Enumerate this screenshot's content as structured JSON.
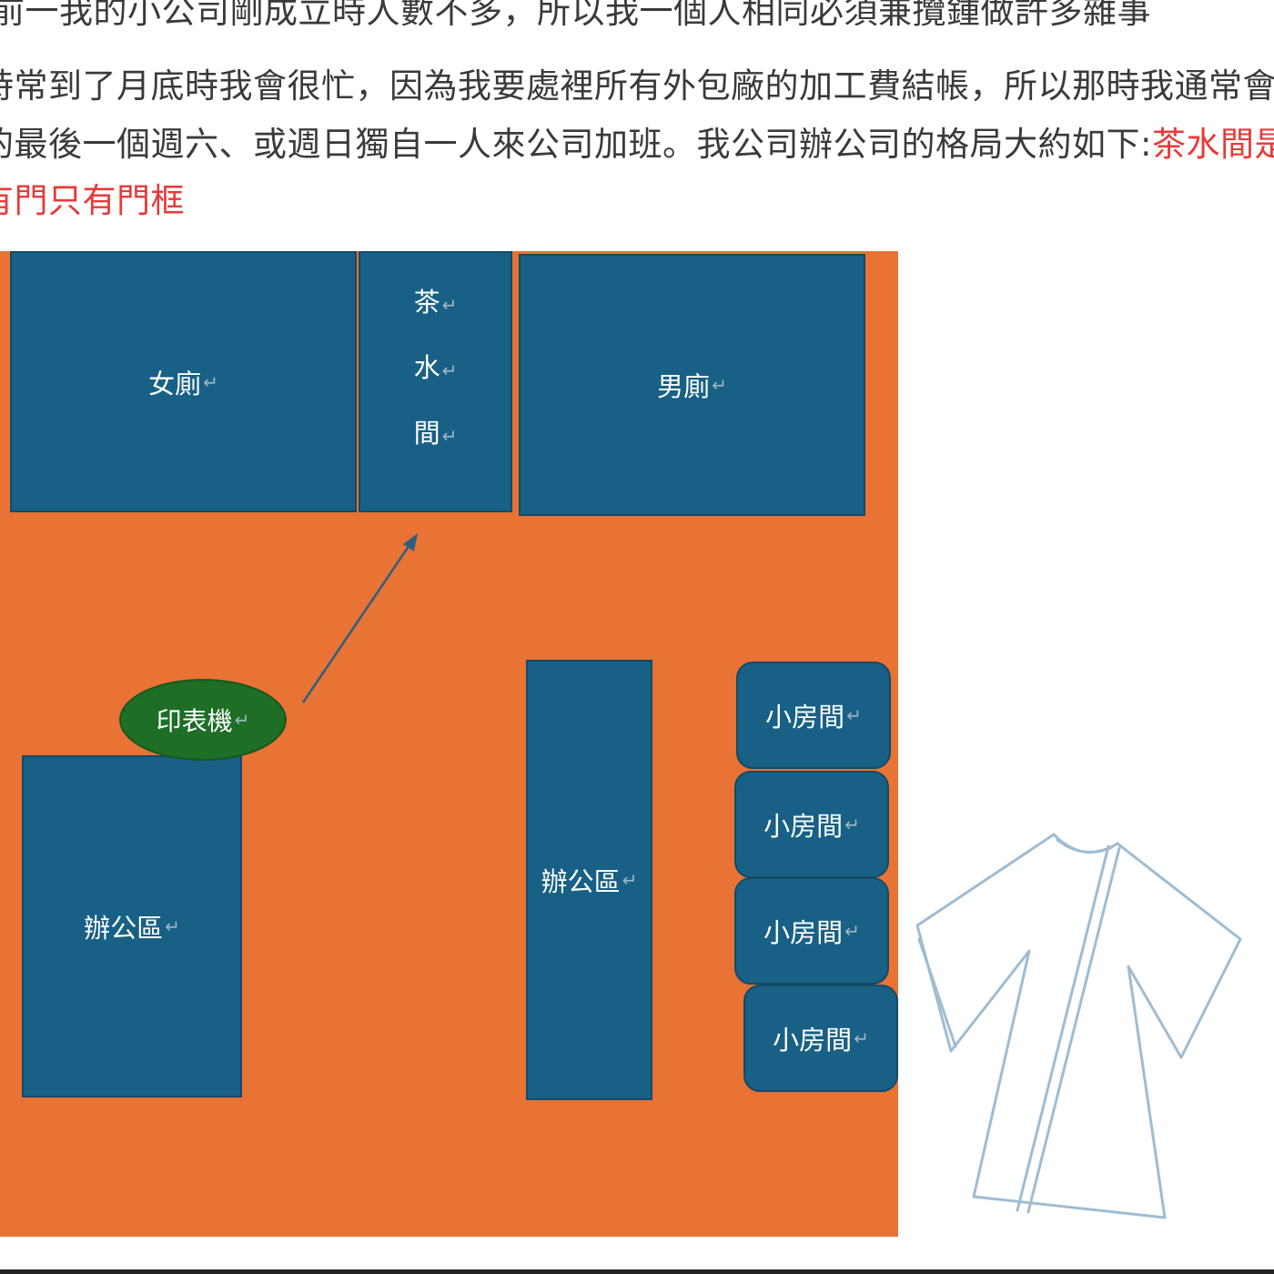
{
  "paragraph": {
    "line0": "前一我的小公司剛成立時人數不多，所以我一個人相同必須兼攬鍾做許多雜事",
    "line1": "時常到了月底時我會很忙，因為我要處裡所有外包廠的加工費結帳，所以那時我通常會選",
    "line2_black": "的最後一個週六、或週日獨自一人來公司加班。我公司辦公司的格局大約如下:",
    "line2_red": "茶水間是開",
    "line3_red": "有門只有門框"
  },
  "floorplan": {
    "womens_restroom": "女廁",
    "tea_room_chars": [
      "茶",
      "水",
      "間"
    ],
    "mens_restroom": "男廁",
    "printer": "印表機",
    "office_left": "辦公區",
    "office_center": "辦公區",
    "small_rooms": [
      "小房間",
      "小房間",
      "小房間",
      "小房間"
    ],
    "return_mark": "↵"
  },
  "colors": {
    "floor": "#e87334",
    "room": "#186085",
    "printer": "#1e6e26",
    "highlight_text": "#e83a3a",
    "robe_outline": "#9fbcd2"
  },
  "icons": {
    "arrow": "arrow-up-right-icon",
    "robe": "robe-sketch-icon"
  }
}
